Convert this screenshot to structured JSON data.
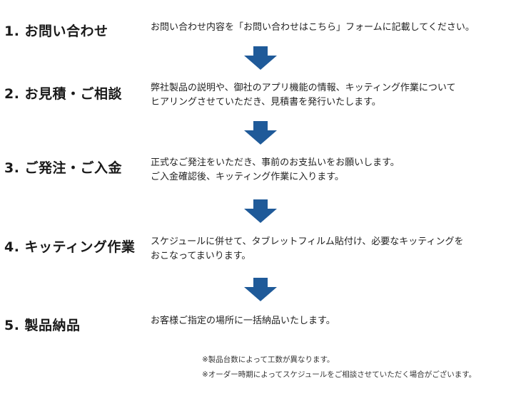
{
  "steps": [
    {
      "title": "1. お問い合わせ",
      "lines": [
        "お問い合わせ内容を「お問い合わせはこちら」フォームに記載してください。"
      ]
    },
    {
      "title": "2. お見積・ご相談",
      "lines": [
        "弊社製品の説明や、御社のアプリ機能の情報、キッティング作業について",
        "ヒアリングさせていただき、見積書を発行いたします。"
      ]
    },
    {
      "title": "3. ご発注・ご入金",
      "lines": [
        "正式なご発注をいただき、事前のお支払いをお願いします。",
        "ご入金確認後、キッティング作業に入ります。"
      ]
    },
    {
      "title": "4. キッティング作業",
      "lines": [
        "スケジュールに併せて、タブレットフィルム貼付け、必要なキッティングを",
        "おこなってまいります。"
      ]
    },
    {
      "title": "5. 製品納品",
      "lines": [
        "お客様ご指定の場所に一括納品いたします。"
      ]
    }
  ],
  "notes": [
    "※製品台数によって工数が異なります。",
    "※オーダー時期によってスケジュールをご相談させていただく場合がございます。"
  ],
  "colors": {
    "arrow": "#1f5a99",
    "title": "#1a1a1a",
    "text": "#222222"
  },
  "icons": {
    "arrow": "arrow-down-icon"
  }
}
